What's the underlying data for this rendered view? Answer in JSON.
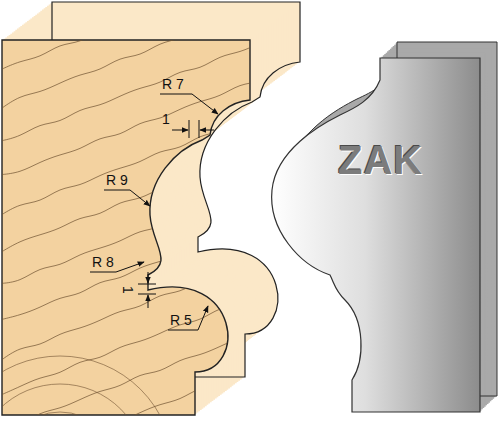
{
  "diagram": {
    "labels": [
      "R 7",
      "1",
      "R 9",
      "R 8",
      "1",
      "R 5",
      "ZAK"
    ]
  }
}
